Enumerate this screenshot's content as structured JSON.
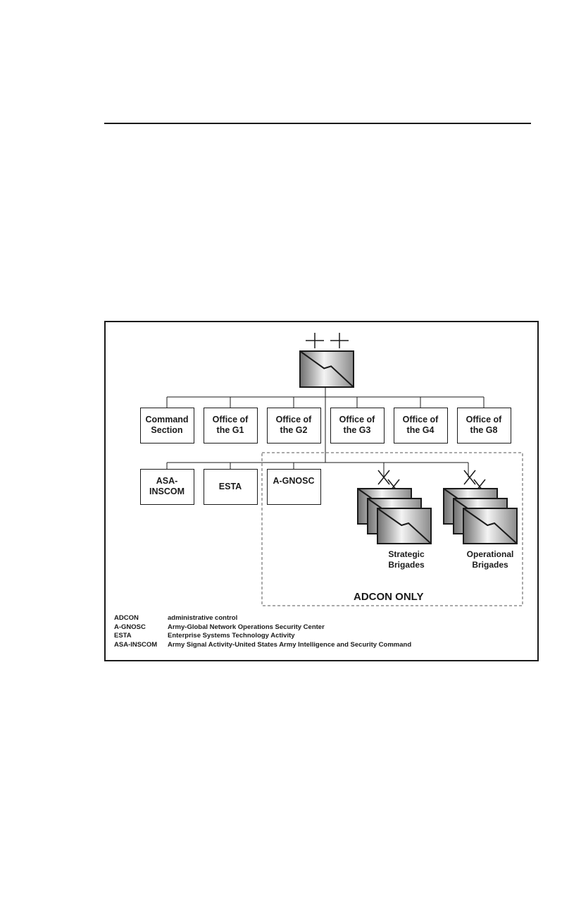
{
  "hq": {
    "label": ""
  },
  "staff_row": [
    {
      "label": "Command\nSection"
    },
    {
      "label": "Office of\nthe G1"
    },
    {
      "label": "Office of\nthe G2"
    },
    {
      "label": "Office of\nthe G3"
    },
    {
      "label": "Office of\nthe G4"
    },
    {
      "label": "Office of\nthe G8"
    }
  ],
  "subordinate_row": [
    {
      "label": "ASA-\nINSCOM"
    },
    {
      "label": "ESTA"
    },
    {
      "label": "A-GNOSC"
    }
  ],
  "brigade_groups": [
    {
      "label": "Strategic\nBrigades"
    },
    {
      "label": "Operational\nBrigades"
    }
  ],
  "adcon_region": {
    "title": "ADCON ONLY"
  },
  "legend": [
    {
      "abbr": "ADCON",
      "definition": "administrative control"
    },
    {
      "abbr": "A-GNOSC",
      "definition": "Army-Global Network Operations Security Center"
    },
    {
      "abbr": "ESTA",
      "definition": "Enterprise Systems Technology Activity"
    },
    {
      "abbr": "ASA-INSCOM",
      "definition": "Army Signal Activity-United  States Army Intelligence and Security Command"
    }
  ],
  "colors": {
    "line": "#1a1a1a",
    "box_fill": "#ffffff",
    "symbol_light": "#f4f4f4",
    "symbol_dark": "#777777",
    "dashed": "#555555"
  }
}
